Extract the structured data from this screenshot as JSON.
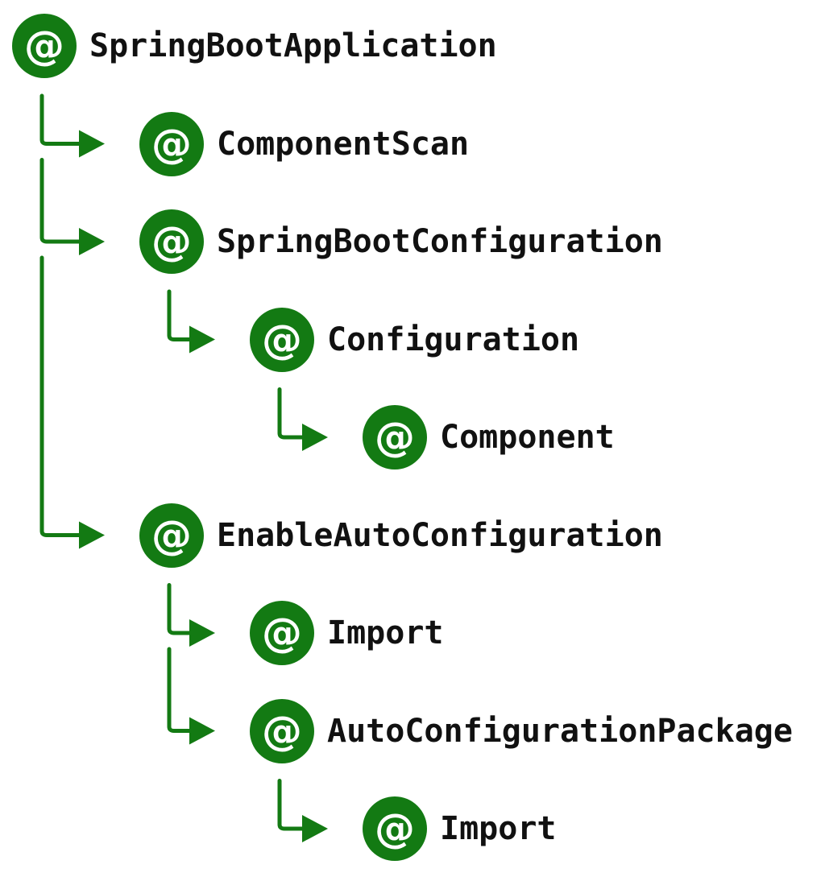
{
  "colors": {
    "accent": "#137A13",
    "connector": "#137A13",
    "text": "#111111"
  },
  "icon": "at-sign-icon",
  "badge_symbol": "@",
  "tree": {
    "label": "SpringBootApplication",
    "children": [
      {
        "label": "ComponentScan",
        "children": []
      },
      {
        "label": "SpringBootConfiguration",
        "children": [
          {
            "label": "Configuration",
            "children": [
              {
                "label": "Component",
                "children": []
              }
            ]
          }
        ]
      },
      {
        "label": "EnableAutoConfiguration",
        "children": [
          {
            "label": "Import",
            "children": []
          },
          {
            "label": "AutoConfigurationPackage",
            "children": [
              {
                "label": "Import",
                "children": []
              }
            ]
          }
        ]
      }
    ]
  }
}
